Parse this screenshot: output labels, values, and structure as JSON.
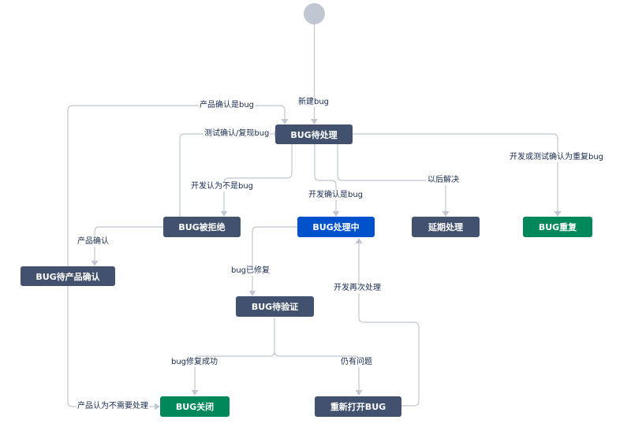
{
  "statuses": {
    "pending": "BUG待处理",
    "rejected": "BUG被拒绝",
    "in_progress": "BUG处理中",
    "deferred": "延期处理",
    "duplicate": "BUG重复",
    "product_confirm": "BUG待产品确认",
    "verify": "BUG待验证",
    "closed": "BUG关闭",
    "reopened": "重新打开BUG"
  },
  "transitions": {
    "new_bug": "新建bug",
    "product_confirms_bug": "产品确认是bug",
    "test_confirm_reproduce": "测试确认/复现bug",
    "dev_not_bug": "开发认为不是bug",
    "dev_confirms_bug": "开发确认是bug",
    "resolve_later": "以后解决",
    "duplicate_bug": "开发或测试确认为重复bug",
    "product_confirm": "产品确认",
    "bug_fixed": "bug已修复",
    "dev_reprocess": "开发再次处理",
    "fix_success": "bug修复成功",
    "still_issue": "仍有问题",
    "product_no_action": "产品认为不需要处理"
  },
  "colors": {
    "status_default": "#42526e",
    "status_in_progress": "#0052cc",
    "status_done": "#00875a",
    "connector": "#c1c7d0",
    "start_node": "#c1c7d0"
  }
}
